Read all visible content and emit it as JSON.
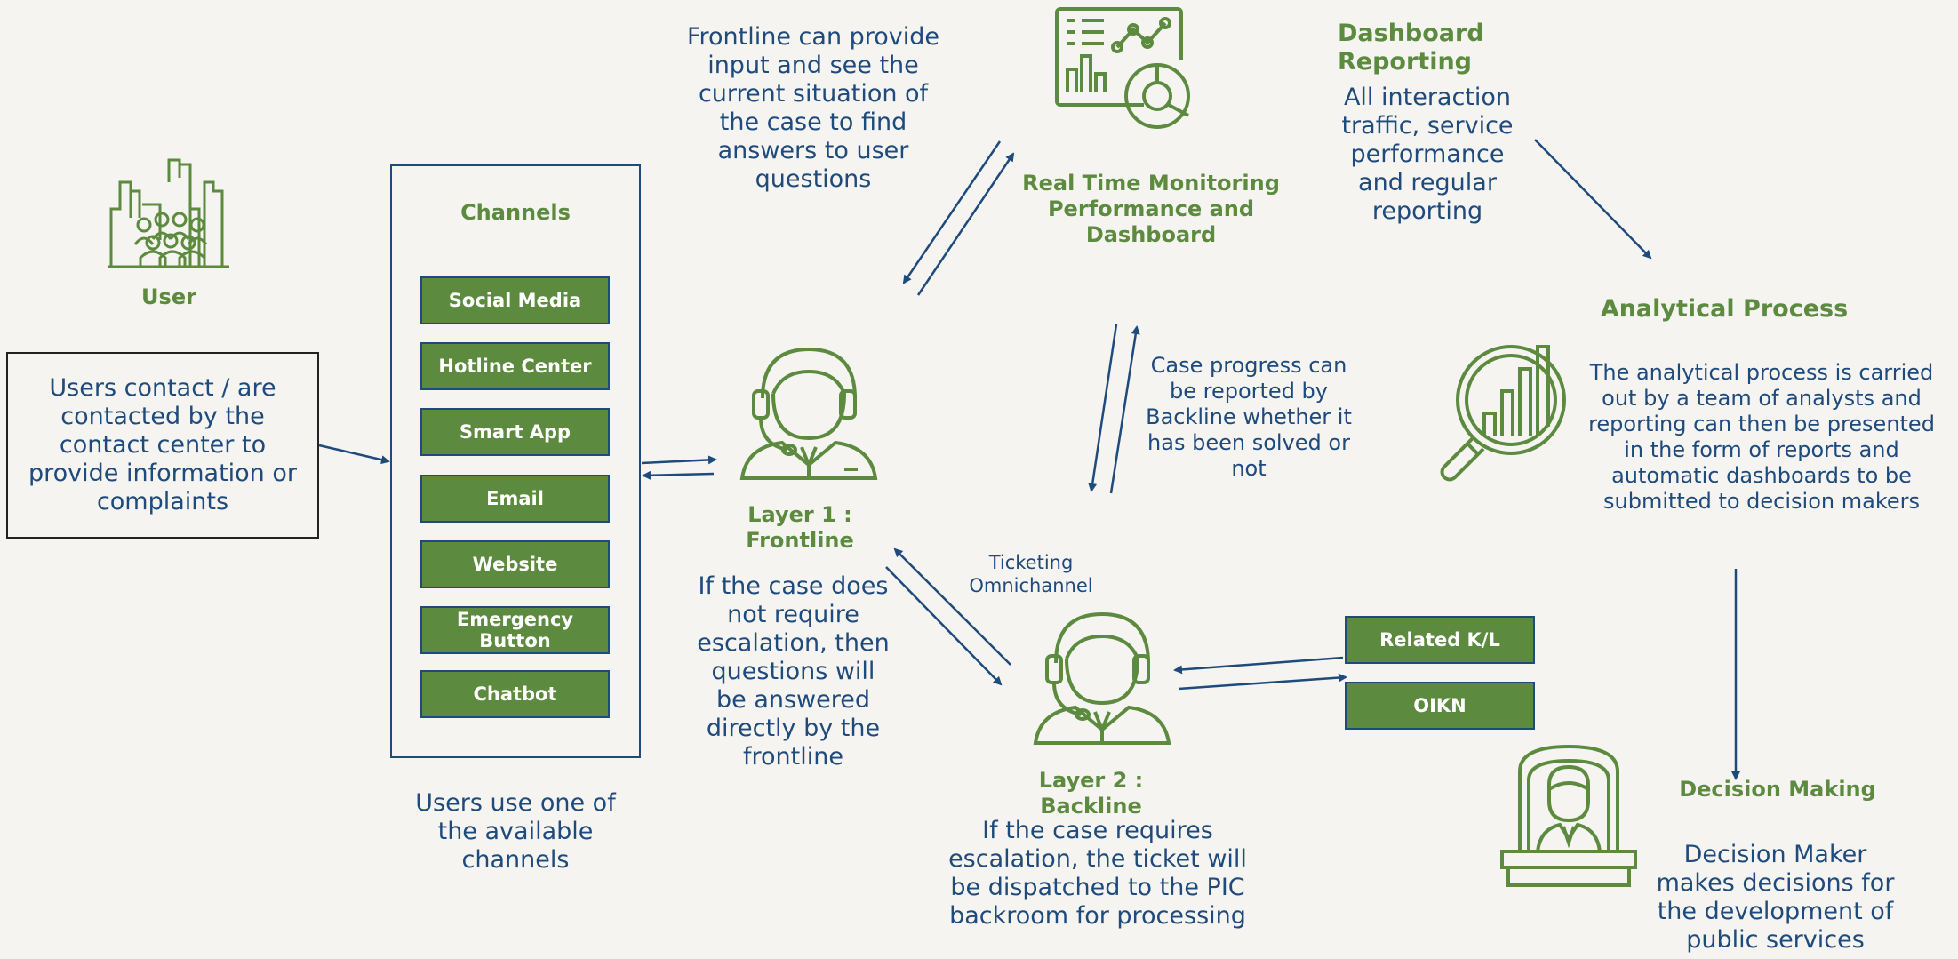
{
  "user": {
    "label": "User",
    "description": "Users contact / are contacted by the contact center to provide information or complaints"
  },
  "channels": {
    "title": "Channels",
    "items": [
      "Social Media",
      "Hotline Center",
      "Smart App",
      "Email",
      "Website",
      "Emergency Button",
      "Chatbot"
    ],
    "caption": "Users use one of the available channels"
  },
  "frontline_note": "Frontline can provide input and see the current situation of the case to find answers to user questions",
  "layer1": {
    "title": "Layer 1 : Frontline",
    "description": "If the case does not require escalation, then questions will be answered directly by the frontline"
  },
  "monitoring": {
    "title": "Real Time Monitoring Performance and Dashboard"
  },
  "case_progress": "Case progress can be reported by Backline whether it has been solved or not",
  "ticketing": "Ticketing Omnichannel",
  "layer2": {
    "title": "Layer 2 : Backline",
    "description": "If the case requires escalation, the ticket will be dispatched to the PIC backroom for processing"
  },
  "side_buttons": [
    "Related K/L",
    "OIKN"
  ],
  "dashboard_reporting": {
    "title": "Dashboard Reporting",
    "description": "All interaction traffic, service performance and regular reporting"
  },
  "analytical": {
    "title": "Analytical Process",
    "description": "The analytical process is carried out by a team of analysts and reporting can then be presented in the form of reports and automatic dashboards to be submitted to decision makers"
  },
  "decision": {
    "title": "Decision Making",
    "description": "Decision Maker makes decisions for the development of public services"
  },
  "colors": {
    "green": "#5c8a3e",
    "navy": "#1e4a7c",
    "background": "#f5f4f1"
  },
  "icons": [
    "users-city-icon",
    "monitoring-dashboard-icon",
    "frontline-agent-icon",
    "backline-agent-icon",
    "analytics-magnifier-icon",
    "decision-maker-icon"
  ]
}
